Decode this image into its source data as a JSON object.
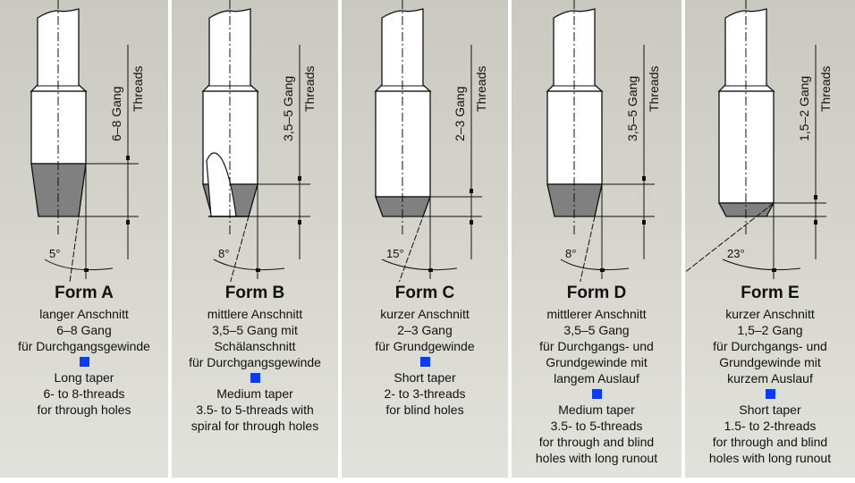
{
  "colors": {
    "panel_bg_top": "#c9c9c1",
    "panel_bg_bottom": "#e2e2dc",
    "tap_body": "#ffffff",
    "chamfer_fill": "#808080",
    "separator_square": "#0a3cf5"
  },
  "forms": [
    {
      "title": "Form A",
      "dim_gang": "6–8 Gang",
      "dim_threads": "Threads",
      "angle": "5°",
      "german": [
        "langer Anschnitt",
        "6–8 Gang",
        "für Durchgangsgewinde"
      ],
      "english": [
        "Long taper",
        "6- to 8-threads",
        "for through holes"
      ]
    },
    {
      "title": "Form B",
      "dim_gang": "3,5–5 Gang",
      "dim_threads": "Threads",
      "angle": "8°",
      "german": [
        "mittlere Anschnitt",
        "3,5–5 Gang mit",
        "Schälanschnitt",
        "für Durchgangsgewinde"
      ],
      "english": [
        "Medium taper",
        "3.5- to 5-threads with",
        "spiral for through holes"
      ]
    },
    {
      "title": "Form C",
      "dim_gang": "2–3 Gang",
      "dim_threads": "Threads",
      "angle": "15°",
      "german": [
        "kurzer Anschnitt",
        "2–3 Gang",
        "für Grundgewinde"
      ],
      "english": [
        "Short taper",
        "2- to 3-threads",
        "for blind holes"
      ]
    },
    {
      "title": "Form D",
      "dim_gang": "3,5–5 Gang",
      "dim_threads": "Threads",
      "angle": "8°",
      "german": [
        "mittlerer Anschnitt",
        "3,5–5 Gang",
        "für Durchgangs- und",
        "Grundgewinde mit",
        "langem Auslauf"
      ],
      "english": [
        "Medium taper",
        "3.5- to 5-threads",
        "for through and blind",
        "holes with long runout"
      ]
    },
    {
      "title": "Form E",
      "dim_gang": "1,5–2 Gang",
      "dim_threads": "Threads",
      "angle": "23°",
      "german": [
        "kurzer Anschnitt",
        "1,5–2 Gang",
        "für Durchgangs- und",
        "Grundgewinde mit",
        "kurzem Auslauf"
      ],
      "english": [
        "Short taper",
        "1.5- to 2-threads",
        "for through and blind",
        "holes with long runout"
      ]
    }
  ]
}
